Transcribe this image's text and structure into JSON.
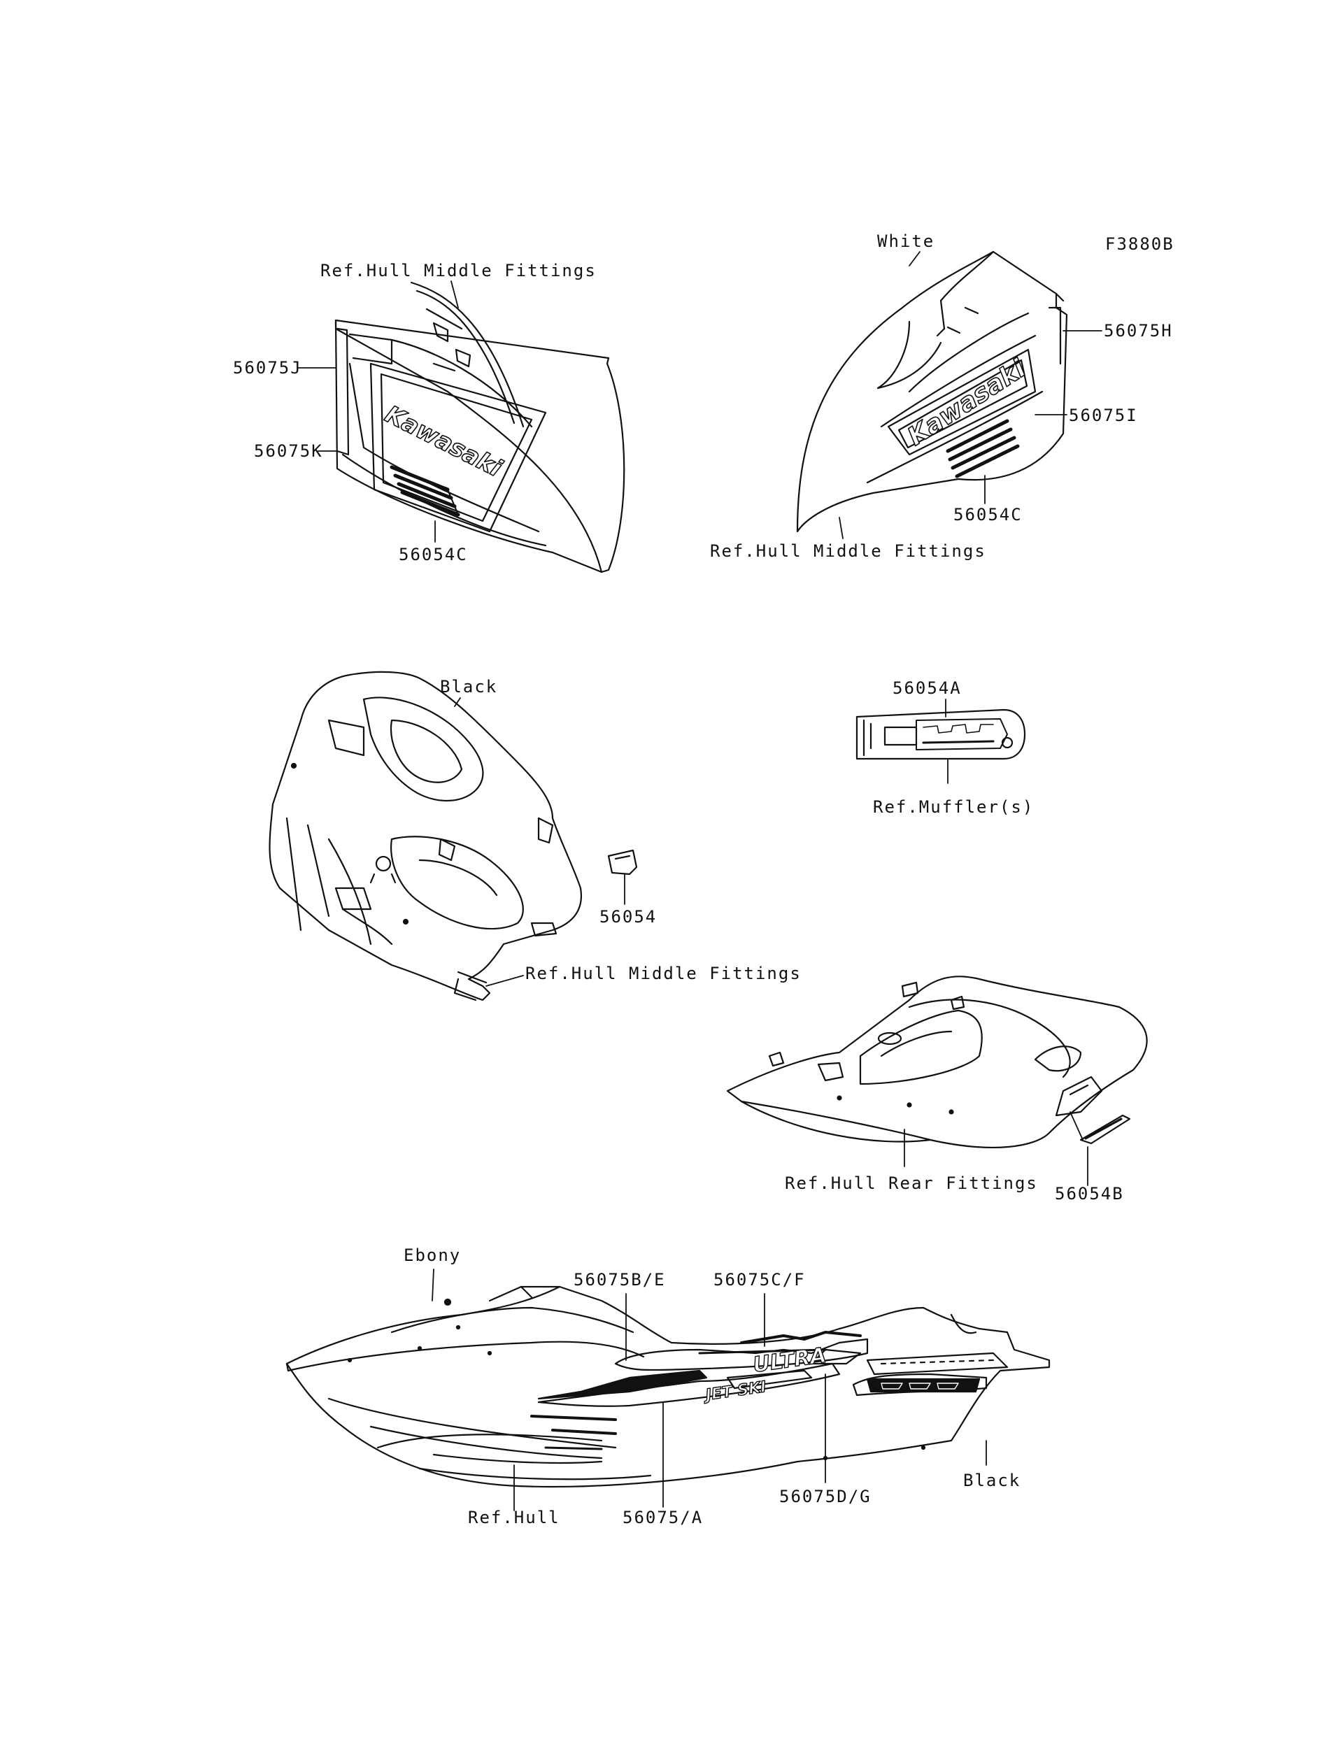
{
  "figure_code": "F3880B",
  "labels": {
    "left_ref_hull_middle": "Ref.Hull Middle Fittings",
    "p56075J": "56075J",
    "p56075K": "56075K",
    "p56054C_left": "56054C",
    "white": "White",
    "p56075H": "56075H",
    "p56075I": "56075I",
    "p56054C_right": "56054C",
    "right_ref_hull_middle": "Ref.Hull Middle Fittings",
    "black_top": "Black",
    "p56054": "56054",
    "center_ref_hull_middle": "Ref.Hull Middle Fittings",
    "p56054A": "56054A",
    "ref_muffler": "Ref.Muffler(s)",
    "ref_hull_rear": "Ref.Hull Rear Fittings",
    "p56054B": "56054B",
    "ebony": "Ebony",
    "p56075BE": "56075B/E",
    "p56075CF": "56075C/F",
    "black_bottom": "Black",
    "ref_hull": "Ref.Hull",
    "p56075A": "56075/A",
    "p56075DG": "56075D/G"
  },
  "logo_text": {
    "kawasaki_left": "Kawasaki",
    "kawasaki_right": "Kawasaki",
    "jetski": "JET SKI",
    "model": "ULTRA"
  }
}
